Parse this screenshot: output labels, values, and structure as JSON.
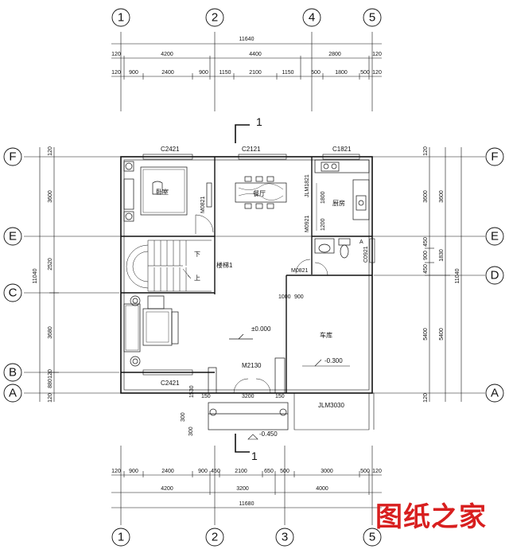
{
  "axes": {
    "top": [
      "1",
      "2",
      "4",
      "5"
    ],
    "bottom": [
      "1",
      "2",
      "3",
      "5"
    ],
    "left": [
      "F",
      "E",
      "C",
      "B",
      "A"
    ],
    "right": [
      "F",
      "E",
      "D",
      "A"
    ]
  },
  "dims": {
    "top_total": "11640",
    "top_row2": [
      "120",
      "4200",
      "4400",
      "2800",
      "120"
    ],
    "top_row3": [
      "120",
      "900",
      "2400",
      "900",
      "1150",
      "2100",
      "1150",
      "500",
      "1800",
      "500",
      "120"
    ],
    "bottom_row1": [
      "120",
      "900",
      "2400",
      "900",
      "450",
      "2100",
      "650",
      "500",
      "3000",
      "500",
      "120"
    ],
    "bottom_row2": [
      "4200",
      "3200",
      "4000"
    ],
    "bottom_total": "11680",
    "left_total": "11040",
    "left_outer": [
      "120",
      "3600",
      "2520",
      "3680",
      "120",
      "880",
      "120"
    ],
    "right_inner": [
      "120",
      "3600",
      "450",
      "900",
      "450",
      "5400",
      "120"
    ],
    "right_outer": [
      "3600",
      "1830",
      "5400"
    ],
    "right_total": "11040"
  },
  "labels": {
    "c2421_top": "C2421",
    "c2121": "C2121",
    "c1821": "C1821",
    "c2421_bottom": "C2421",
    "bedroom": "卧室",
    "dining": "餐厅",
    "kitchen": "厨房",
    "stair": "楼梯1",
    "stair_down": "下",
    "stair_up": "上",
    "garage": "车库",
    "level_0": "±0.000",
    "level_m03": "-0.300",
    "level_m045": "-0.450",
    "m2130": "M2130",
    "jlm": "JLM3030",
    "section": "1",
    "m0821_a": "M0821",
    "m0821_b": "M0821",
    "m0921": "M0921",
    "jlm1821": "JLM1821",
    "c0921": "C0921",
    "a_mark": "A",
    "d1000": "1000",
    "d900": "900",
    "d1530": "1530",
    "d150a": "150",
    "d150b": "150",
    "d3200": "3200",
    "d300a": "300",
    "d300b": "300",
    "d1800": "1800",
    "d1200": "1200"
  },
  "watermark": "图纸之家",
  "colors": {
    "line": "#111111",
    "watermark": "#d81f1f",
    "hatch": "#888888"
  }
}
